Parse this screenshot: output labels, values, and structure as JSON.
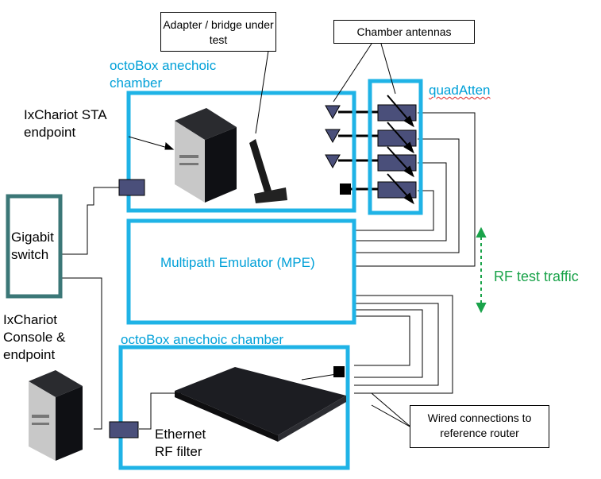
{
  "diagram": {
    "callouts": {
      "adapter": "Adapter / bridge under test",
      "antennas": "Chamber antennas",
      "wired": "Wired connections to reference router"
    },
    "labels": {
      "chamber_top": "octoBox anechoic chamber",
      "chamber_bottom": "octoBox anechoic chamber",
      "quadatten": "quadAtten",
      "sta_endpoint": "IxChariot STA endpoint",
      "gigabit_switch": "Gigabit switch",
      "console": "IxChariot Console & endpoint",
      "mpe": "Multipath Emulator (MPE)",
      "rf_traffic": "RF test traffic",
      "eth_filter": "Ethernet RF filter"
    },
    "colors": {
      "chamber_border": "#1fb3e6",
      "switch_border": "#3b7777",
      "component_fill": "#4a4f7a",
      "label_blue": "#00a0d8",
      "rf_green": "#1aa34a"
    },
    "icons": [
      "desktop-pc-icon",
      "usb-adapter-icon",
      "router-icon",
      "antenna-icon"
    ]
  }
}
